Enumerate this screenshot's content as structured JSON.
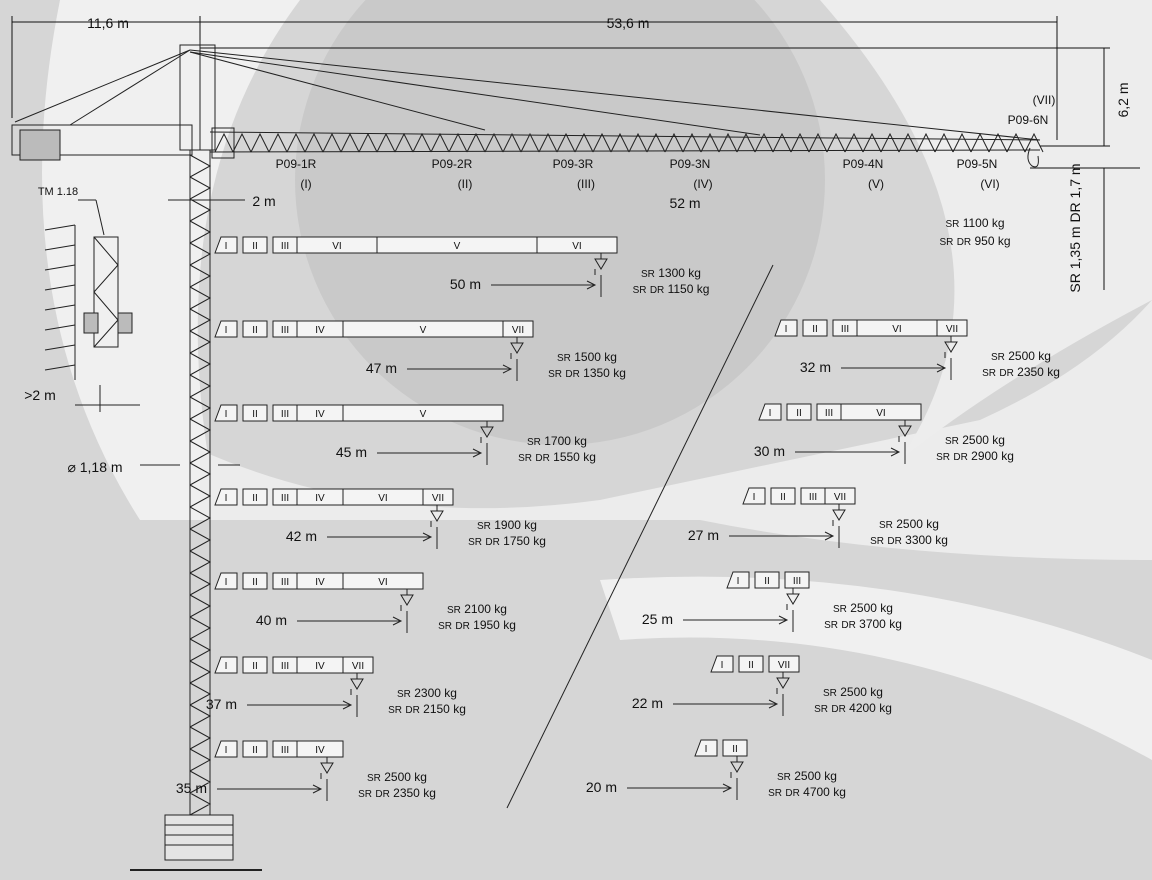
{
  "dims": {
    "overall_left": "11,6 m",
    "overall_right": "53,6 m",
    "height_top": "6,2 m",
    "hook_offsets": "SR 1,35 m  DR 1,7 m",
    "mast_gap": "2 m",
    "tie_label": "TM 1.18",
    "wall_gap": ">2 m",
    "mast_diameter": "⌀ 1,18 m",
    "max_radius": "52 m",
    "tip_label_roman": "(VII)",
    "tip_label": "P09-6N"
  },
  "max_load": {
    "sr": "1100 kg",
    "dr": "950 kg"
  },
  "sections": [
    {
      "code": "P09-1R",
      "roman": "(I)"
    },
    {
      "code": "P09-2R",
      "roman": "(II)"
    },
    {
      "code": "P09-3R",
      "roman": "(III)"
    },
    {
      "code": "P09-3N",
      "roman": "(IV)"
    },
    {
      "code": "P09-4N",
      "roman": "(V)"
    },
    {
      "code": "P09-5N",
      "roman": "(VI)"
    }
  ],
  "legend": {
    "sr": "SR",
    "dr": "DR"
  },
  "configs_left": [
    {
      "radius": "50 m",
      "sr": "1300 kg",
      "dr": "1150 kg",
      "segs": [
        "I",
        "II",
        "III",
        "VI",
        "V",
        "VI"
      ]
    },
    {
      "radius": "47 m",
      "sr": "1500 kg",
      "dr": "1350 kg",
      "segs": [
        "I",
        "II",
        "III",
        "IV",
        "V",
        "VII"
      ]
    },
    {
      "radius": "45 m",
      "sr": "1700 kg",
      "dr": "1550 kg",
      "segs": [
        "I",
        "II",
        "III",
        "IV",
        "V"
      ]
    },
    {
      "radius": "42 m",
      "sr": "1900 kg",
      "dr": "1750 kg",
      "segs": [
        "I",
        "II",
        "III",
        "IV",
        "VI",
        "VII"
      ]
    },
    {
      "radius": "40 m",
      "sr": "2100 kg",
      "dr": "1950 kg",
      "segs": [
        "I",
        "II",
        "III",
        "IV",
        "VI"
      ]
    },
    {
      "radius": "37 m",
      "sr": "2300 kg",
      "dr": "2150 kg",
      "segs": [
        "I",
        "II",
        "III",
        "IV",
        "VII"
      ]
    },
    {
      "radius": "35 m",
      "sr": "2500 kg",
      "dr": "2350 kg",
      "segs": [
        "I",
        "II",
        "III",
        "IV"
      ]
    }
  ],
  "configs_right": [
    {
      "radius": "32 m",
      "sr": "2500 kg",
      "dr": "2350 kg",
      "segs": [
        "I",
        "II",
        "III",
        "VI",
        "VII"
      ]
    },
    {
      "radius": "30 m",
      "sr": "2500 kg",
      "dr": "2900 kg",
      "segs": [
        "I",
        "II",
        "III",
        "VI"
      ]
    },
    {
      "radius": "27 m",
      "sr": "2500 kg",
      "dr": "3300 kg",
      "segs": [
        "I",
        "II",
        "III",
        "VII"
      ]
    },
    {
      "radius": "25 m",
      "sr": "2500 kg",
      "dr": "3700 kg",
      "segs": [
        "I",
        "II",
        "III"
      ]
    },
    {
      "radius": "22 m",
      "sr": "2500 kg",
      "dr": "4200 kg",
      "segs": [
        "I",
        "II",
        "VII"
      ]
    },
    {
      "radius": "20 m",
      "sr": "2500 kg",
      "dr": "4700 kg",
      "segs": [
        "I",
        "II"
      ]
    }
  ]
}
